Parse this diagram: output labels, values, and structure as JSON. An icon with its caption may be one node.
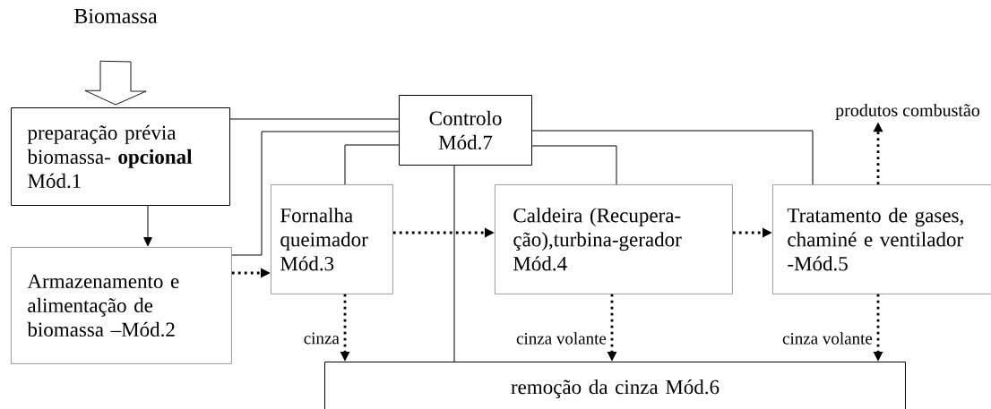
{
  "diagram": {
    "nodes": [
      {
        "text": [
          "Biomassa"
        ]
      },
      {
        "text": [
          "preparação prévia biomassa- **opcional** Mód.1"
        ]
      },
      {
        "text": [
          "Controlo Mód.7"
        ]
      },
      {
        "text": [
          "produtos combustão"
        ]
      },
      {
        "text": [
          "Fornalha queimador Mód.3"
        ]
      },
      {
        "text": [
          "Caldeira (Recupera- ção),turbina-gerador Mód.4"
        ]
      },
      {
        "text": [
          "Tratamento de gases, chaminé e ventilador -Mód.5"
        ]
      },
      {
        "text": [
          "Armazenamento e alimentação de biomassa –Mód.2"
        ]
      },
      {
        "text": [
          "remoção da cinza  Mód.6"
        ]
      }
    ],
    "edges": [
      {
        "from": 0,
        "to": 1,
        "arrow": "to",
        "style": "thick"
      },
      {
        "from": 1,
        "to": 7,
        "arrow": "to"
      },
      {
        "from": 1,
        "to": 2,
        "arrow": "none"
      },
      {
        "from": 2,
        "to": 7,
        "arrow": "none"
      },
      {
        "from": 2,
        "to": 4,
        "arrow": "none"
      },
      {
        "from": 2,
        "to": 8,
        "arrow": "none"
      },
      {
        "from": 2,
        "to": 5,
        "arrow": "none"
      },
      {
        "from": 2,
        "to": 6,
        "arrow": "none"
      },
      {
        "from": 7,
        "to": 4,
        "arrow": "to",
        "style": "dashed"
      },
      {
        "from": 4,
        "to": 5,
        "arrow": "to",
        "style": "dashed"
      },
      {
        "from": 5,
        "to": 6,
        "arrow": "to",
        "style": "dashed"
      },
      {
        "from": 6,
        "to": 3,
        "arrow": "to",
        "style": "dashed"
      },
      {
        "from": 4,
        "to": 8,
        "arrow": "to",
        "style": "dashed",
        "label": "cinza"
      },
      {
        "from": 5,
        "to": 8,
        "arrow": "to",
        "style": "dashed",
        "label": "cinza volante"
      },
      {
        "from": 6,
        "to": 8,
        "arrow": "to",
        "style": "dashed",
        "label": "cinza volante"
      }
    ]
  }
}
